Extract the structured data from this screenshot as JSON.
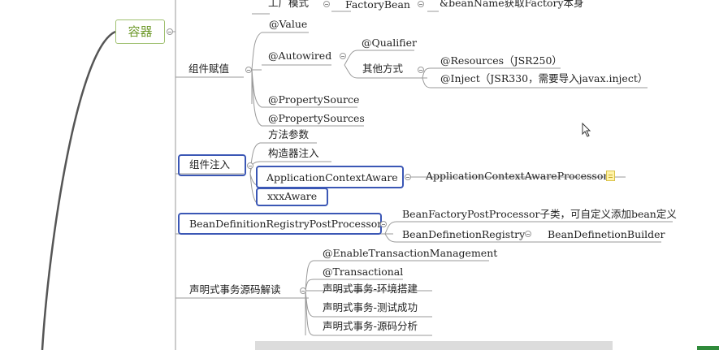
{
  "root": {
    "label": "容器"
  },
  "top_row": {
    "factory_mode": "工厂模式",
    "factory_bean": "FactoryBean",
    "bean_name": "&beanName获取Factory本身"
  },
  "assign": {
    "label": "组件赋值",
    "value": "@Value",
    "autowired": "@Autowired",
    "qualifier": "@Qualifier",
    "other": "其他方式",
    "resources": "@Resources（JSR250）",
    "inject": "@Inject（JSR330，需要导入javax.inject）",
    "property_source": "@PropertySource",
    "property_sources": "@PropertySources"
  },
  "injection": {
    "label": "组件注入",
    "method_param": "方法参数",
    "constructor": "构造器注入",
    "app_context_aware": "ApplicationContextAware",
    "app_context_aware_processor": "ApplicationContextAwareProcessor",
    "xxx_aware": "xxxAware"
  },
  "registry": {
    "label": "BeanDefinitionRegistryPostProcessor",
    "factory_pp": "BeanFactoryPostProcessor子类，可自定义添加bean定义",
    "defn_registry": "BeanDefinetionRegistry",
    "defn_builder": "BeanDefinetionBuilder"
  },
  "tx": {
    "label": "声明式事务源码解读",
    "enable": "@EnableTransactionManagement",
    "transactional": "@Transactional",
    "env": "声明式事务-环境搭建",
    "test": "声明式事务-测试成功",
    "source": "声明式事务-源码分析"
  },
  "colors": {
    "box": "#3b57b5",
    "root_border": "#9fc06f",
    "root_text": "#6f9a2c",
    "line": "#9a9a9a"
  },
  "icons": {
    "note": "note-icon",
    "cursor": "mouse-cursor-icon"
  }
}
